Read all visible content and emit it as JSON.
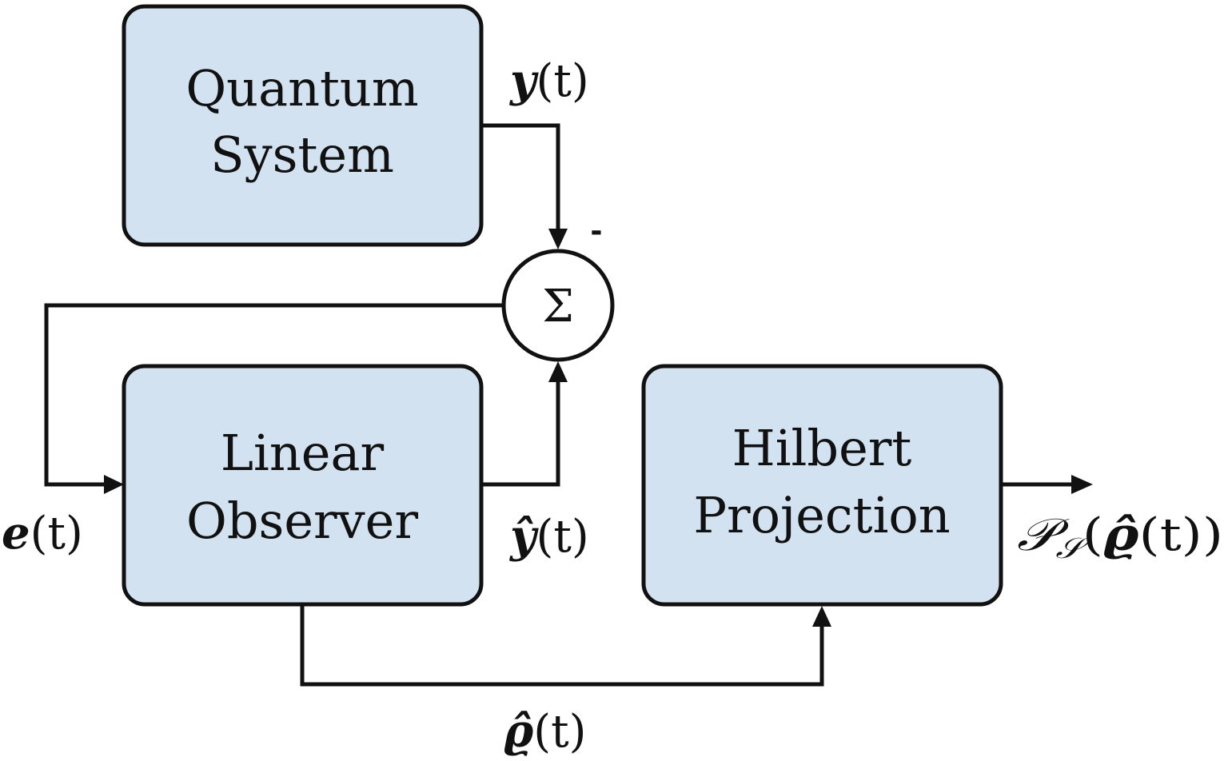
{
  "blocks": {
    "quantum_system": {
      "line1": "Quantum",
      "line2": "System"
    },
    "linear_observer": {
      "line1": "Linear",
      "line2": "Observer"
    },
    "hilbert_projection": {
      "line1": "Hilbert",
      "line2": "Projection"
    }
  },
  "summing_junction": {
    "symbol": "Σ",
    "minus_sign": "-"
  },
  "signals": {
    "measurement": {
      "main": "y",
      "hat": "",
      "args": "(t)"
    },
    "estimate_output": {
      "main": "y",
      "hat": "̂",
      "args": "(t)"
    },
    "error": {
      "main": "e",
      "hat": "",
      "args": "(t)"
    },
    "state_estimate": {
      "main": "ϱ",
      "hat": "̂",
      "args": "(t)"
    },
    "projected_output": {
      "op": "𝒫",
      "subscript": "𝒮",
      "open": "(",
      "main": "ϱ",
      "hat": "̂",
      "args": "(t))"
    }
  },
  "colors": {
    "block_fill": "#d2e2f0",
    "stroke": "#111111",
    "background": "#ffffff"
  }
}
